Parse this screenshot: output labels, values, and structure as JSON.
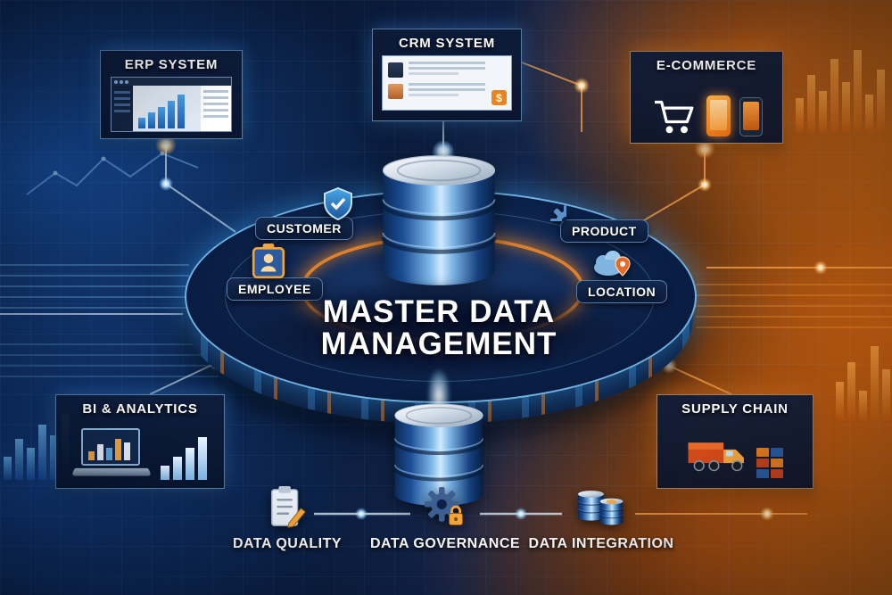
{
  "title": {
    "line1": "MASTER DATA",
    "line2": "MANAGEMENT"
  },
  "systems": [
    {
      "label": "ERP SYSTEM",
      "icon": "dashboard-screenshot-icon"
    },
    {
      "label": "CRM SYSTEM",
      "icon": "contact-cards-icon"
    },
    {
      "label": "E-COMMERCE",
      "icon": "cart-and-phones-icon"
    },
    {
      "label": "BI & ANALYTICS",
      "icon": "laptop-chart-icon"
    },
    {
      "label": "SUPPLY CHAIN",
      "icon": "trucks-containers-icon"
    }
  ],
  "domains": [
    {
      "label": "CUSTOMER",
      "icon": "shield-icon"
    },
    {
      "label": "PRODUCT",
      "icon": "gear-icon"
    },
    {
      "label": "EMPLOYEE",
      "icon": "id-badge-icon"
    },
    {
      "label": "LOCATION",
      "icon": "cloud-location-icon"
    }
  ],
  "processes": [
    {
      "label": "DATA QUALITY",
      "icon": "checklist-pencil-icon"
    },
    {
      "label": "DATA GOVERNANCE",
      "icon": "gear-padlock-icon"
    },
    {
      "label": "DATA INTEGRATION",
      "icon": "databases-icon"
    }
  ],
  "crm_badge": "$",
  "colors": {
    "accent_blue": "#35c7ff",
    "accent_orange": "#ff8c2a",
    "deep_navy": "#0a1a3a",
    "label_text": "#ffffff"
  }
}
